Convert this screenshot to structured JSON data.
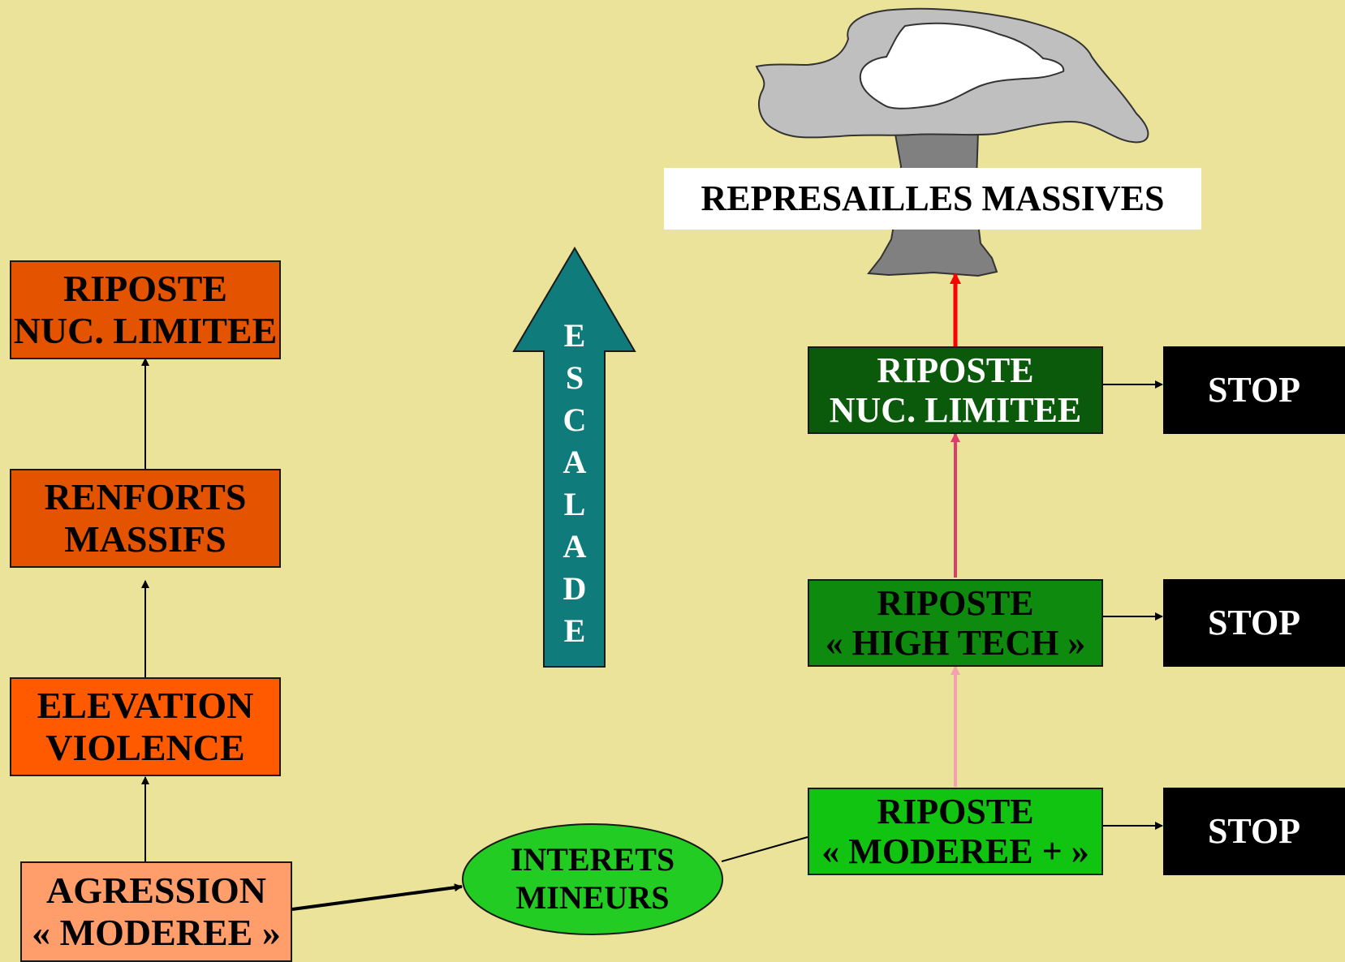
{
  "colors": {
    "background": "#ebe39a",
    "left_nuc": "#e35300",
    "left_renforts": "#e35300",
    "left_elevation": "#ff5a00",
    "left_agression": "#ff9e6b",
    "ellipse": "#22cc22",
    "right_nuc": "#0b5a0b",
    "right_hightech": "#0e8a0e",
    "right_moderee": "#11c411",
    "stop": "#000000",
    "escalade_arrow": "#0f7b7b",
    "arrow_red": "#ff0000",
    "arrow_magenta": "#dc3d6a",
    "arrow_pink": "#f5a0b0",
    "cloud": "#bfbfbf",
    "stem": "#808080"
  },
  "left_column": {
    "riposte_nuc": {
      "line1": "RIPOSTE",
      "line2": "NUC. LIMITEE"
    },
    "renforts": {
      "line1": "RENFORTS",
      "line2": "MASSIFS"
    },
    "elevation": {
      "line1": "ELEVATION",
      "line2": "VIOLENCE"
    },
    "agression": {
      "line1": "AGRESSION",
      "line2": "« MODEREE »"
    }
  },
  "center": {
    "interets": {
      "line1": "INTERETS",
      "line2": "MINEURS"
    },
    "escalade": {
      "letters": [
        "E",
        "S",
        "C",
        "A",
        "L",
        "A",
        "D",
        "E"
      ]
    }
  },
  "right_column": {
    "represailles": "REPRESAILLES MASSIVES",
    "riposte_nuc": {
      "line1": "RIPOSTE",
      "line2": "NUC. LIMITEE"
    },
    "riposte_hightech": {
      "line1": "RIPOSTE",
      "line2": "« HIGH TECH »"
    },
    "riposte_moderee": {
      "line1": "RIPOSTE",
      "line2": "« MODEREE + »"
    },
    "stop_labels": [
      "STOP",
      "STOP",
      "STOP"
    ]
  }
}
